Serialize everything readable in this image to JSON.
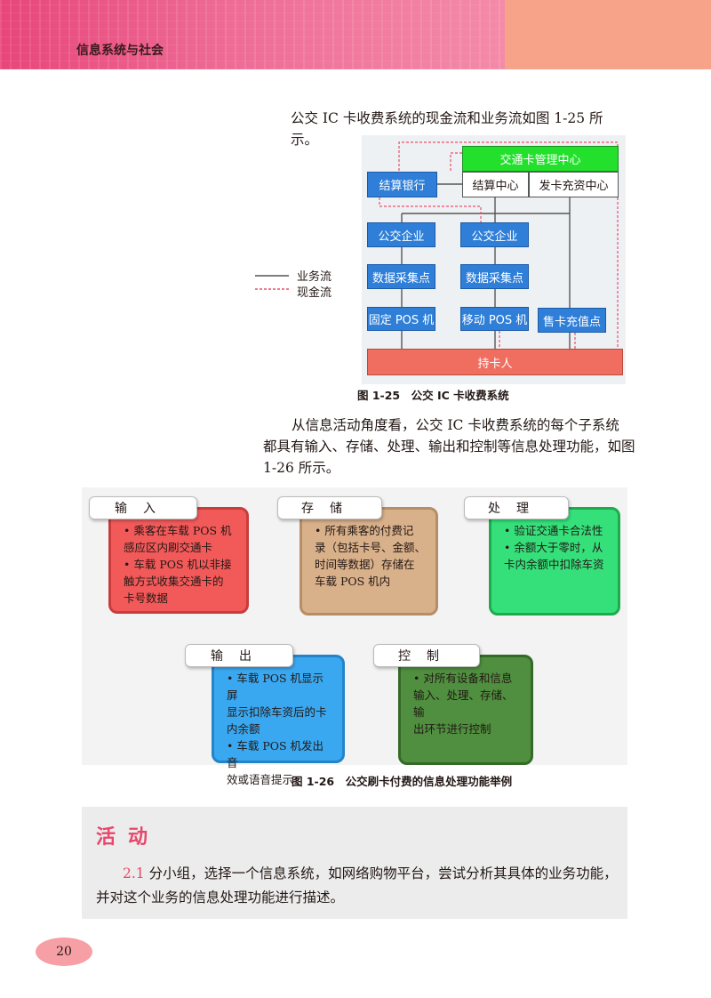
{
  "header": {
    "title": "信息系统与社会"
  },
  "intro_1": "公交 IC 卡收费系统的现金流和业务流如图 1-25 所示。",
  "figure_1": {
    "caption": "图 1-25　公交 IC 卡收费系统",
    "nodes": {
      "center": "交通卡管理中心",
      "settlement_bank": "结算银行",
      "settlement_center": "结算中心",
      "issue_center": "发卡充资中心",
      "bus_company_1": "公交企业",
      "bus_company_2": "公交企业",
      "collection_1": "数据采集点",
      "collection_2": "数据采集点",
      "fixed_pos": "固定 POS 机",
      "mobile_pos": "移动 POS 机",
      "sale_point": "售卡充值点",
      "holder": "持卡人"
    },
    "legend": {
      "business": "业务流",
      "cash": "现金流"
    },
    "colors": {
      "business": "#555555",
      "cash": "#e8506a"
    }
  },
  "intro_2_lines": [
    "从信息活动角度看，公交 IC 卡收费系统的每个子系统",
    "都具有输入、存储、处理、输出和控制等信息处理功能，如图",
    "1-26 所示。"
  ],
  "figure_2": {
    "caption": "图 1-26　公交刷卡付费的信息处理功能举例",
    "cards": [
      {
        "title": "输入",
        "lines": [
          "• 乘客在车载 POS 机",
          "感应区内刷交通卡",
          "• 车载 POS 机以非接",
          "触方式收集交通卡的",
          "卡号数据"
        ]
      },
      {
        "title": "存储",
        "lines": [
          "• 所有乘客的付费记",
          "录（包括卡号、金额、",
          "时间等数据）存储在",
          "车载 POS 机内"
        ]
      },
      {
        "title": "处理",
        "lines": [
          "• 验证交通卡合法性",
          "• 余额大于零时，从",
          "卡内余额中扣除车资"
        ]
      },
      {
        "title": "输出",
        "lines": [
          "• 车载 POS 机显示屏",
          "显示扣除车资后的卡",
          "内余额",
          "• 车载 POS 机发出音",
          "效或语音提示"
        ]
      },
      {
        "title": "控制",
        "lines": [
          "• 对所有设备和信息",
          "输入、处理、存储、输",
          "出环节进行控制"
        ]
      }
    ]
  },
  "activity": {
    "title": "活动",
    "number": "2.1",
    "text": "分小组，选择一个信息系统，如网络购物平台，尝试分析其具体的业务功能，并对这个业务的信息处理功能进行描述。"
  },
  "page_number": "20"
}
